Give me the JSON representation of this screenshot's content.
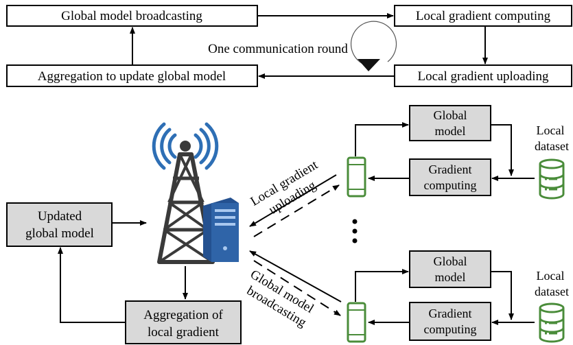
{
  "cycle": {
    "broadcast": "Global model broadcasting",
    "compute": "Local gradient computing",
    "upload": "Local gradient uploading",
    "aggregate": "Aggregation to update global model",
    "round": "One communication round"
  },
  "system": {
    "updated_line1": "Updated",
    "updated_line2": "global model",
    "aggregation_line1": "Aggregation of",
    "aggregation_line2": "local gradient",
    "upload_line1": "Local gradient",
    "upload_line2": "uploading",
    "broadcast_line1": "Global model",
    "broadcast_line2": "broadcasting"
  },
  "devices": [
    {
      "global_line1": "Global",
      "global_line2": "model",
      "grad_line1": "Gradient",
      "grad_line2": "computing",
      "dataset_line1": "Local",
      "dataset_line2": "dataset"
    },
    {
      "global_line1": "Global",
      "global_line2": "model",
      "grad_line1": "Gradient",
      "grad_line2": "computing",
      "dataset_line1": "Local",
      "dataset_line2": "dataset"
    }
  ],
  "colors": {
    "phone": "#4a8c3a",
    "database": "#4a8c3a",
    "antenna": "#2e6fb5",
    "tower": "#3a3a3a",
    "server": "#2f64a8",
    "box_fill": "#d9d9d9"
  },
  "icons": [
    "tower-icon",
    "signal-waves-icon",
    "server-icon",
    "smartphone-icon",
    "database-icon",
    "cycle-arrow-icon"
  ]
}
